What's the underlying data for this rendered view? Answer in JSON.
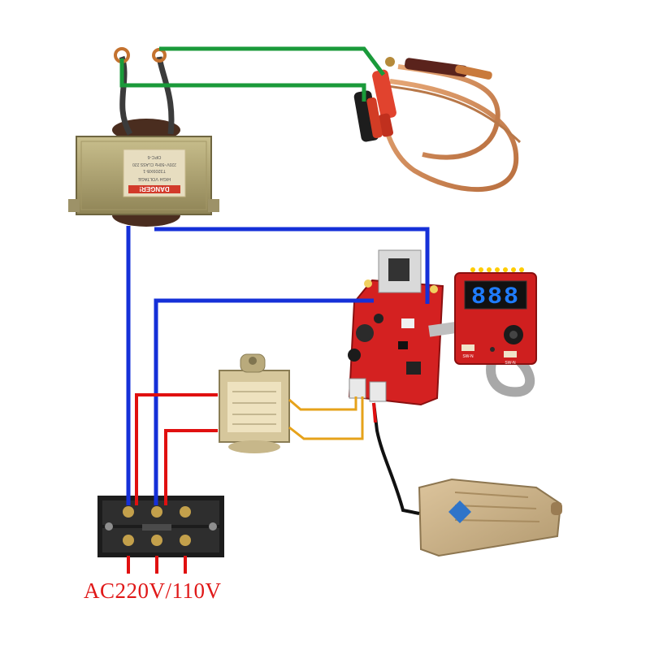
{
  "supply_label": "AC220V/110V",
  "main_transformer": {
    "label_text": [
      "DANGER!",
      "HIGH VOLTAGE",
      "T3209XB-1",
      "220V~50Hz CLASS 220",
      "OPC-6"
    ]
  },
  "controller_display": {
    "digits": "888",
    "button_labels": [
      "SW-N",
      "SW-N"
    ]
  },
  "wire_colors": {
    "secondary_leads": "#1a9a3a",
    "primary_leads": "#1530d8",
    "mains_leads": "#e01010",
    "control_leads": "#e6a21a",
    "pedal_leads": "#111111"
  }
}
